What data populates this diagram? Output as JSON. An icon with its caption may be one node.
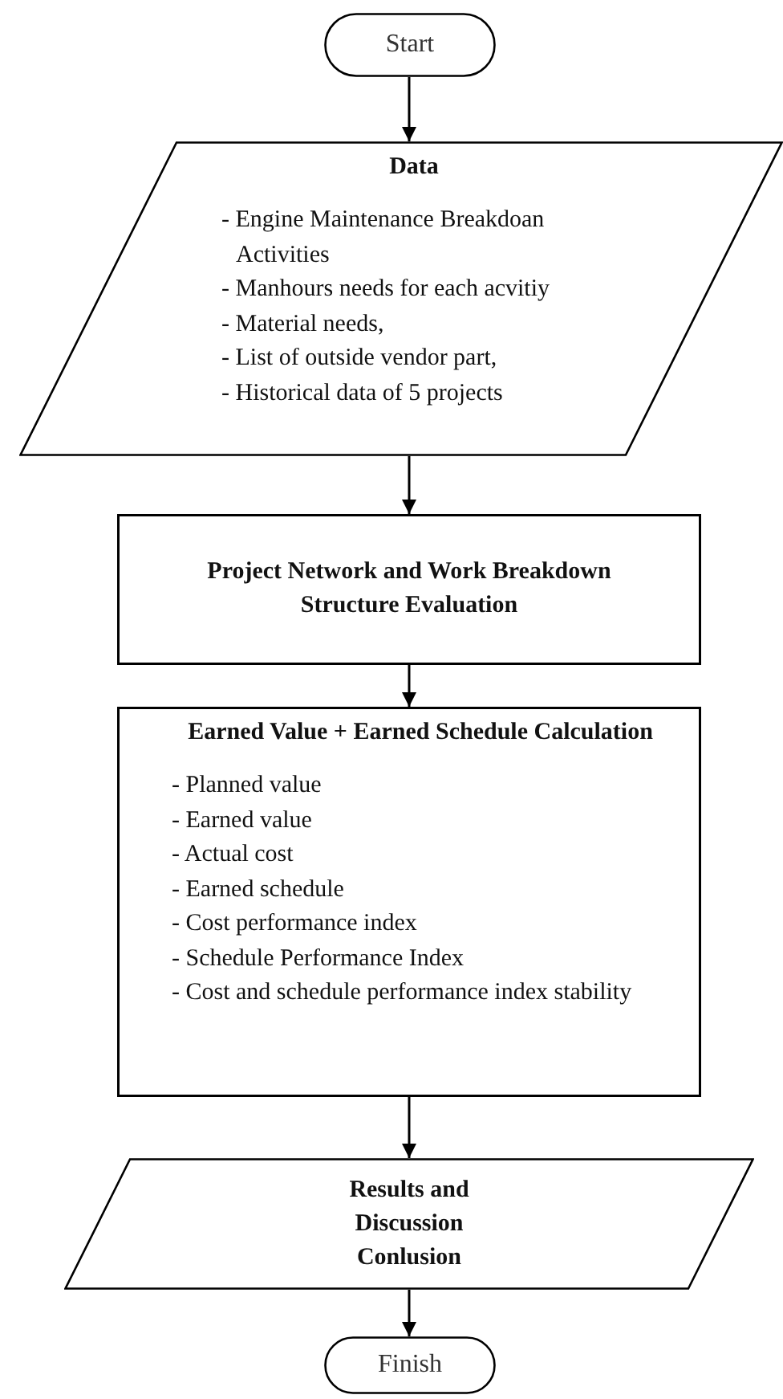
{
  "diagram": {
    "nodes": [
      {
        "text": [
          "Start"
        ]
      },
      {
        "text": [
          "Data",
          "- Engine Maintenance Breakdoan Activities",
          "- Manhours needs for each acvitiy",
          "- Material needs,",
          "- List of outside vendor part,",
          "- Historical data of 5 projects"
        ]
      },
      {
        "text": [
          "Project Network and Work Breakdown Structure Evaluation"
        ]
      },
      {
        "text": [
          "Earned Value  + Earned Schedule Calculation",
          "- Planned value",
          "- Earned value",
          "- Actual cost",
          "- Earned schedule",
          "- Cost performance index",
          "- Schedule Performance Index",
          "- Cost and schedule performance index stability"
        ]
      },
      {
        "text": [
          "Results and Discussion Conlusion"
        ]
      },
      {
        "text": [
          "Finish"
        ]
      }
    ],
    "edges": [
      {
        "from": 0,
        "to": 1,
        "arrow": "to"
      },
      {
        "from": 1,
        "to": 2,
        "arrow": "to"
      },
      {
        "from": 2,
        "to": 3,
        "arrow": "to"
      },
      {
        "from": 3,
        "to": 4,
        "arrow": "to"
      },
      {
        "from": 4,
        "to": 5,
        "arrow": "to"
      }
    ]
  }
}
